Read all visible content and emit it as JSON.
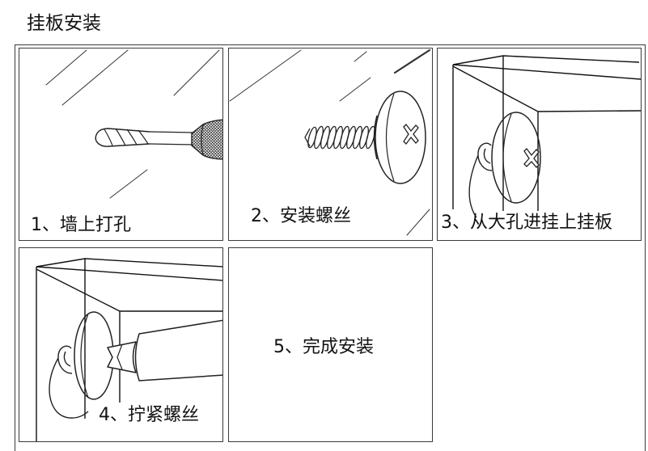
{
  "title": "挂板安装",
  "steps": [
    {
      "label": "1、墙上打孔",
      "icon": "drill-icon"
    },
    {
      "label": "2、安装螺丝",
      "icon": "screw-icon"
    },
    {
      "label": "3、从大孔进挂上挂板",
      "icon": "hanging-board-icon"
    },
    {
      "label": "4、拧紧螺丝",
      "icon": "screwdriver-icon"
    },
    {
      "label": "5、完成安装"
    }
  ]
}
